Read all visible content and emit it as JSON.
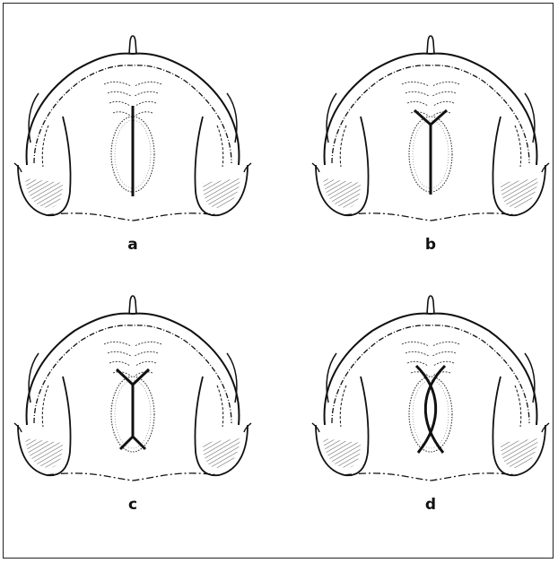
{
  "figure": {
    "panels": [
      {
        "label": "a",
        "incision": "straight-midline"
      },
      {
        "label": "b",
        "incision": "y-shaped-anterior"
      },
      {
        "label": "c",
        "incision": "double-y"
      },
      {
        "label": "d",
        "incision": "crossed-curves"
      }
    ]
  },
  "colors": {
    "line": "#111111",
    "background": "#ffffff"
  }
}
